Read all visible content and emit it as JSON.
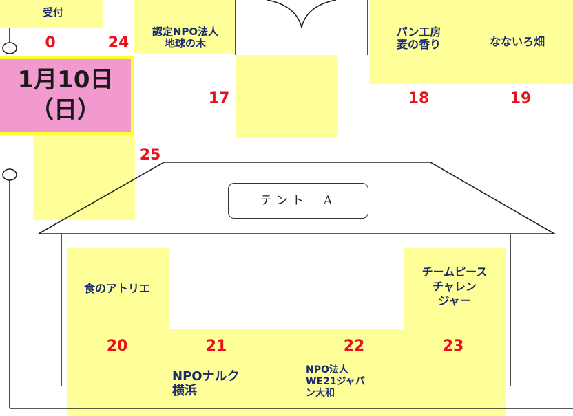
{
  "reception": "受付",
  "date": {
    "line1": "1月10日",
    "line2": "（日）"
  },
  "booths": [
    {
      "id": "b24",
      "number": "24",
      "name_lines": [
        "認定NPO法人",
        "地球の木"
      ]
    },
    {
      "id": "b17",
      "number": "17",
      "name_lines": []
    },
    {
      "id": "b18",
      "number": "18",
      "name_lines": [
        "パン工房",
        "麦の香り"
      ]
    },
    {
      "id": "b19",
      "number": "19",
      "name_lines": [
        "なないろ畑"
      ]
    },
    {
      "id": "b25",
      "number": "25",
      "name_lines": []
    },
    {
      "id": "b20",
      "number": "20",
      "name_lines": [
        "食のアトリエ"
      ]
    },
    {
      "id": "b21",
      "number": "21",
      "name_lines": [
        "NPOナルク",
        "横浜"
      ]
    },
    {
      "id": "b22",
      "number": "22",
      "name_lines": [
        "NPO法人",
        "WE21ジャパ",
        "ン大和"
      ]
    },
    {
      "id": "b23",
      "number": "23",
      "name_lines": [
        "チームピース",
        "チャレン",
        "ジャー"
      ]
    }
  ],
  "reception_number": "0",
  "tent_label": "テント　A",
  "colors": {
    "booth": "#ffff99",
    "number": "#e8111c",
    "label": "#1a2a6e",
    "date_bg": "#f29ad0",
    "date_border": "#ffff33"
  }
}
